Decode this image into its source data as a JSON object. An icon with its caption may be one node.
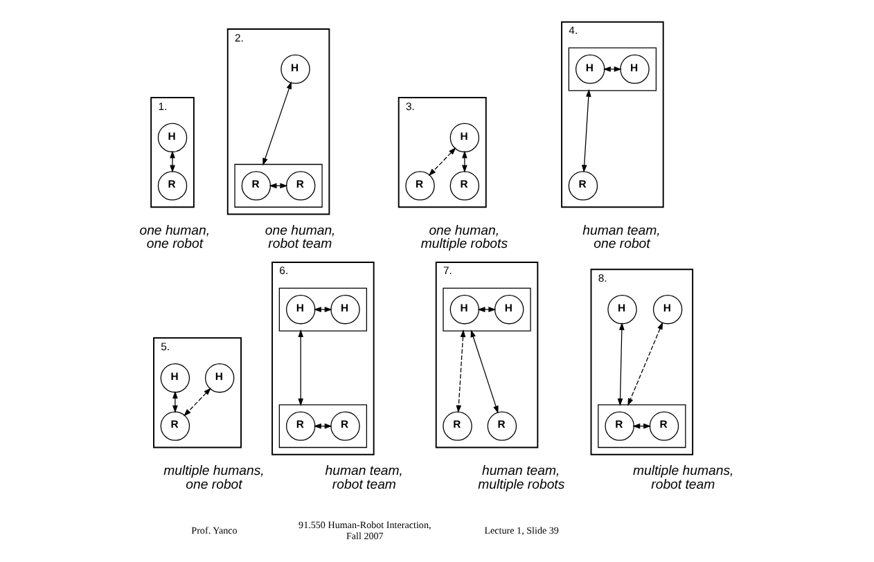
{
  "diagram": {
    "nodes": [
      {
        "text": [
          "1."
        ],
        "beside": [
          "one human, one robot"
        ]
      },
      {
        "text": [
          "H"
        ],
        "in": 0
      },
      {
        "text": [
          "R"
        ],
        "in": 0
      },
      {
        "text": [
          "2."
        ],
        "beside": [
          "one human, robot team"
        ]
      },
      {
        "text": [
          "H"
        ],
        "in": 3
      },
      {
        "text": [],
        "shape": "box",
        "in": 3
      },
      {
        "text": [
          "R"
        ],
        "in": 5
      },
      {
        "text": [
          "R"
        ],
        "in": 5
      },
      {
        "text": [
          "3."
        ],
        "beside": [
          "one human, multiple robots"
        ]
      },
      {
        "text": [
          "H"
        ],
        "in": 8
      },
      {
        "text": [
          "R"
        ],
        "in": 8
      },
      {
        "text": [
          "R"
        ],
        "in": 8
      },
      {
        "text": [
          "4."
        ],
        "beside": [
          "human team, one robot"
        ]
      },
      {
        "text": [],
        "shape": "box",
        "in": 12
      },
      {
        "text": [
          "H"
        ],
        "in": 13
      },
      {
        "text": [
          "H"
        ],
        "in": 13
      },
      {
        "text": [
          "R"
        ],
        "in": 12
      },
      {
        "text": [
          "5."
        ],
        "beside": [
          "multiple humans, one robot"
        ]
      },
      {
        "text": [
          "H"
        ],
        "in": 17
      },
      {
        "text": [
          "H"
        ],
        "in": 17
      },
      {
        "text": [
          "R"
        ],
        "in": 17
      },
      {
        "text": [
          "6."
        ],
        "beside": [
          "human team, robot team"
        ]
      },
      {
        "text": [],
        "shape": "box",
        "in": 21
      },
      {
        "text": [
          "H"
        ],
        "in": 22
      },
      {
        "text": [
          "H"
        ],
        "in": 22
      },
      {
        "text": [],
        "shape": "box",
        "in": 21
      },
      {
        "text": [
          "R"
        ],
        "in": 25
      },
      {
        "text": [
          "R"
        ],
        "in": 25
      },
      {
        "text": [
          "7."
        ],
        "beside": [
          "human team, multiple robots"
        ]
      },
      {
        "text": [],
        "shape": "box",
        "in": 28
      },
      {
        "text": [
          "H"
        ],
        "in": 29
      },
      {
        "text": [
          "H"
        ],
        "in": 29
      },
      {
        "text": [
          "R"
        ],
        "in": 28
      },
      {
        "text": [
          "R"
        ],
        "in": 28
      },
      {
        "text": [
          "8."
        ],
        "beside": [
          "multiple humans, robot team"
        ]
      },
      {
        "text": [
          "H"
        ],
        "in": 34
      },
      {
        "text": [
          "H"
        ],
        "in": 34
      },
      {
        "text": [],
        "shape": "box",
        "in": 34
      },
      {
        "text": [
          "R"
        ],
        "in": 37
      },
      {
        "text": [
          "R"
        ],
        "in": 37
      }
    ],
    "edges": [
      {
        "from": 1,
        "to": 2,
        "arrow": "both"
      },
      {
        "from": 4,
        "to": 5,
        "arrow": "both"
      },
      {
        "from": 6,
        "to": 7,
        "arrow": "both"
      },
      {
        "from": 9,
        "to": 10,
        "arrow": "both"
      },
      {
        "from": 9,
        "to": 11,
        "arrow": "both",
        "style": "dashed"
      },
      {
        "from": 14,
        "to": 15,
        "arrow": "both"
      },
      {
        "from": 13,
        "to": 16,
        "arrow": "both"
      },
      {
        "from": 18,
        "to": 20,
        "arrow": "both"
      },
      {
        "from": 19,
        "to": 20,
        "arrow": "both",
        "style": "dashed"
      },
      {
        "from": 23,
        "to": 24,
        "arrow": "both"
      },
      {
        "from": 22,
        "to": 25,
        "arrow": "both"
      },
      {
        "from": 26,
        "to": 27,
        "arrow": "both"
      },
      {
        "from": 30,
        "to": 31,
        "arrow": "both"
      },
      {
        "from": 29,
        "to": 32,
        "arrow": "both"
      },
      {
        "from": 29,
        "to": 33,
        "arrow": "both",
        "style": "dashed"
      },
      {
        "from": 35,
        "to": 37,
        "arrow": "both"
      },
      {
        "from": 36,
        "to": 37,
        "arrow": "both",
        "style": "dashed"
      },
      {
        "from": 38,
        "to": 39,
        "arrow": "both"
      }
    ],
    "labels": [
      "Prof. Yanco",
      "91.550 Human-Robot Interaction, Fall 2007",
      "Lecture 1, Slide 39"
    ]
  }
}
